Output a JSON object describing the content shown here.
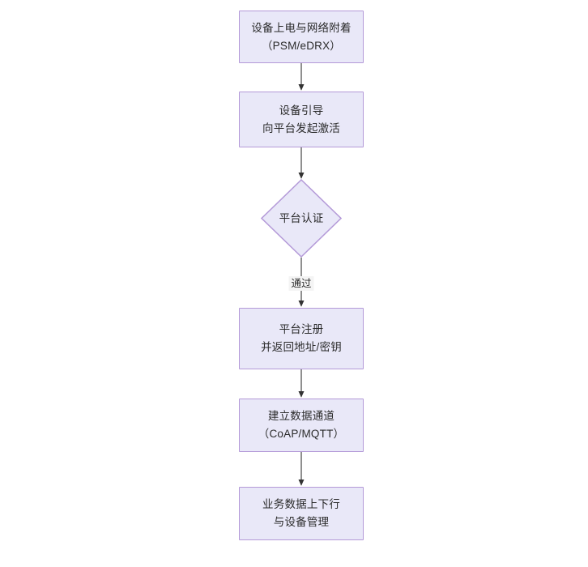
{
  "diagram": {
    "type": "flowchart",
    "orientation": "top-to-bottom",
    "title": "",
    "theme": {
      "node_fill": "#e9e8f8",
      "node_border": "#b49ad8",
      "text_color": "#2b2b2b",
      "edge_color": "#333333",
      "edge_label_bg": "#f4f4f4",
      "background": "#ffffff"
    },
    "nodes": [
      {
        "id": "n1",
        "shape": "rect",
        "line1": "设备上电与网络附着",
        "line2": "（PSM/eDRX）",
        "text": "设备上电与网络附着\n（PSM/eDRX）"
      },
      {
        "id": "n2",
        "shape": "rect",
        "line1": "设备引导",
        "line2": "向平台发起激活",
        "text": "设备引导\n向平台发起激活"
      },
      {
        "id": "n3",
        "shape": "diamond",
        "line1": "平台认证",
        "line2": "",
        "text": "平台认证"
      },
      {
        "id": "n4",
        "shape": "rect",
        "line1": "平台注册",
        "line2": "并返回地址/密钥",
        "text": "平台注册\n并返回地址/密钥"
      },
      {
        "id": "n5",
        "shape": "rect",
        "line1": "建立数据通道",
        "line2": "（CoAP/MQTT）",
        "text": "建立数据通道\n（CoAP/MQTT）"
      },
      {
        "id": "n6",
        "shape": "rect",
        "line1": "业务数据上下行",
        "line2": "与设备管理",
        "text": "业务数据上下行\n与设备管理"
      }
    ],
    "edges": [
      {
        "from": "n1",
        "to": "n2",
        "label": ""
      },
      {
        "from": "n2",
        "to": "n3",
        "label": ""
      },
      {
        "from": "n3",
        "to": "n4",
        "label": "通过"
      },
      {
        "from": "n4",
        "to": "n5",
        "label": ""
      },
      {
        "from": "n5",
        "to": "n6",
        "label": ""
      }
    ]
  }
}
